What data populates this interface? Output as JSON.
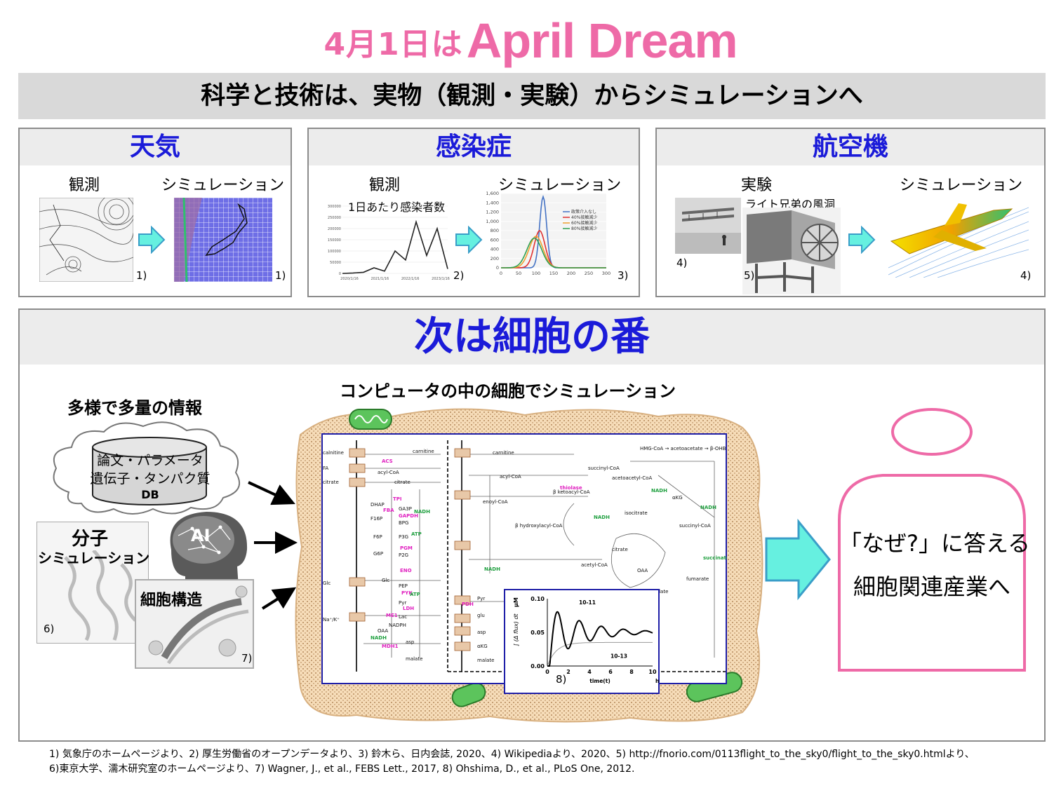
{
  "title": {
    "prefix": "4月1日は",
    "main": "April Dream"
  },
  "banner": "科学と技術は、実物（観測・実験）からシミュレーションへ",
  "panels": {
    "weather": {
      "heading": "天気",
      "observe": "観測",
      "sim": "シミュレーション",
      "ref1": "1)",
      "ref2": "1)"
    },
    "infection": {
      "heading": "感染症",
      "observe": "観測",
      "sim": "シミュレーション",
      "chart_title": "1日あたり感染者数",
      "ref1": "2)",
      "ref2": "3)"
    },
    "aircraft": {
      "heading": "航空機",
      "observe": "実験",
      "sim": "シミュレーション",
      "caption": "ライト兄弟の風洞",
      "ref1": "4)",
      "ref2": "5)",
      "ref3": "4)"
    }
  },
  "cell_section": {
    "heading": "次は細胞の番",
    "computer_label": "コンピュータの中の細胞でシミュレーション",
    "info_label": "多様で多量の情報",
    "db": {
      "line1": "論文・パラメータ",
      "line2": "遺伝子・タンパク質",
      "line3": "DB"
    },
    "molecule": {
      "line1": "分子",
      "line2": "シミュレーション",
      "ref": "6)"
    },
    "ai": "AI",
    "structure": {
      "label": "細胞構造",
      "ref": "7)"
    },
    "inset_ref": "8)",
    "outcome": {
      "line1": "「なぜ?」に答える",
      "line2": "細胞関連産業へ"
    }
  },
  "footnotes": {
    "line1": "1) 気象庁のホームページより、2) 厚生労働省のオープンデータより、3) 鈴木ら、日内会誌, 2020、4) Wikipediaより、2020、5) http://fnorio.com/0113flight_to_the_sky0/flight_to_the_sky0.htmlより、",
    "line2": "6)東京大学、濡木研究室のホームページより、7) Wagner, J., et al., FEBS Lett., 2017, 8) Ohshima, D., et al., PLoS One, 2012."
  },
  "colors": {
    "pink": "#ee6aa7",
    "blue": "#1b1bd9",
    "cyan_arrow": "#66f0e0",
    "panel_gray": "#d9d9d9",
    "cell_fill": "#f6dcb8"
  },
  "icons": [
    "right-arrow-icon",
    "black-arrow-icon",
    "brain-icon",
    "person-icon",
    "database-icon",
    "cloud-icon",
    "mitochondria-icon"
  ],
  "chart_data": [
    {
      "type": "line",
      "title": "1日あたり感染者数",
      "x": [
        "2020/1/16",
        "2021/1/16",
        "2022/1/16",
        "2023/1/16"
      ],
      "ylim": [
        0,
        300000
      ],
      "yticks": [
        0,
        50000,
        100000,
        150000,
        200000,
        250000,
        300000
      ],
      "series": [
        {
          "values": [
            0,
            2000,
            5000,
            25000,
            10000,
            100000,
            60000,
            230000,
            80000,
            200000,
            20000
          ]
        }
      ]
    },
    {
      "type": "line",
      "xlim": [
        0,
        300
      ],
      "ylim": [
        0,
        1600
      ],
      "xticks": [
        0,
        50,
        100,
        150,
        200,
        250,
        300
      ],
      "yticks": [
        0,
        200,
        400,
        600,
        800,
        1000,
        1200,
        1400,
        1600
      ],
      "series": [
        {
          "name": "政策介入なし",
          "color": "#4472c4",
          "peak_x": 120,
          "peak_y": 1530,
          "width": 14
        },
        {
          "name": "40%接触減少",
          "color": "#e03030",
          "peak_x": 110,
          "peak_y": 800,
          "width": 22
        },
        {
          "name": "60%接触減少",
          "color": "#f0a030",
          "peak_x": 100,
          "peak_y": 680,
          "width": 28
        },
        {
          "name": "80%接触減少",
          "color": "#30a050",
          "peak_x": 95,
          "peak_y": 640,
          "width": 30
        }
      ]
    },
    {
      "type": "line",
      "xlabel": "time(t)",
      "xunit": "h",
      "ylabel": "∫ (Δ flux) dt",
      "yunit": "μM",
      "xlim": [
        0,
        10
      ],
      "ylim": [
        0,
        0.1
      ],
      "xticks": [
        0,
        2,
        4,
        6,
        8,
        10
      ],
      "yticks": [
        "0.00",
        "0.05",
        "0.10"
      ],
      "annotations": [
        "10-11",
        "10-13"
      ]
    }
  ]
}
